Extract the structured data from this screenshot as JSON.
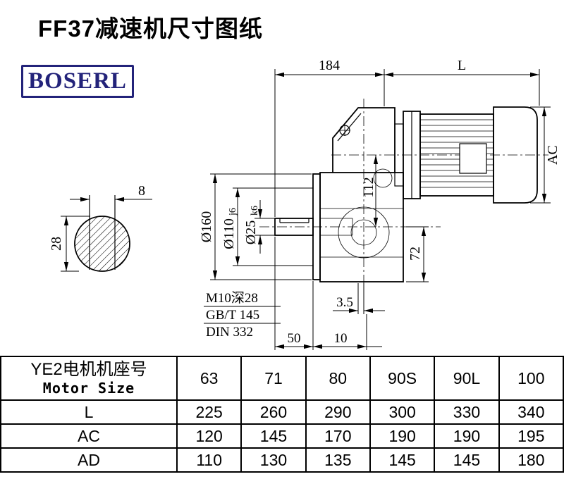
{
  "page": {
    "title": "FF37减速机尺寸图纸",
    "logo_text": "BOSERL",
    "colors": {
      "logo": "#23237a",
      "line": "#000000",
      "background": "#ffffff"
    }
  },
  "drawing": {
    "top_dims": {
      "d184": "184",
      "dL": "L"
    },
    "right_dim_ac": "AC",
    "diameters": {
      "d160": "Ø160",
      "d110": "Ø110",
      "d110_tol": "j6",
      "d25": "Ø25",
      "d25_tol": "k6"
    },
    "vertical_dims": {
      "d112": "112",
      "d72": "72"
    },
    "bottom_dims": {
      "d35": "3.5",
      "d50": "50",
      "d10": "10"
    },
    "shaft_section": {
      "key_width": "8",
      "key_height": "28"
    },
    "notes": {
      "tap": "M10深28",
      "gb": "GB/T 145",
      "din": "DIN 332"
    }
  },
  "table": {
    "header_label_cn": "YE2电机机座号",
    "header_label_en": "Motor Size",
    "motor_sizes": [
      "63",
      "71",
      "80",
      "90S",
      "90L",
      "100"
    ],
    "rows": [
      {
        "label": "L",
        "values": [
          "225",
          "260",
          "290",
          "300",
          "330",
          "340"
        ]
      },
      {
        "label": "AC",
        "values": [
          "120",
          "145",
          "170",
          "190",
          "190",
          "195"
        ]
      },
      {
        "label": "AD",
        "values": [
          "110",
          "130",
          "135",
          "145",
          "145",
          "180"
        ]
      }
    ]
  }
}
